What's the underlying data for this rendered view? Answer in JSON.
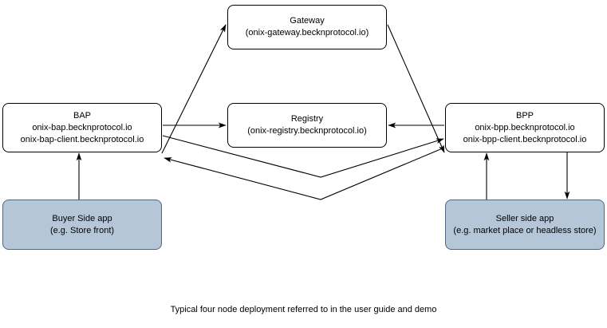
{
  "diagram": {
    "caption": "Typical four node deployment referred to in the user guide and demo",
    "colors": {
      "stroke": "#000000",
      "node_fill": "#ffffff",
      "app_fill": "#b4c6d7",
      "app_stroke": "#4a6883",
      "background": "#ffffff"
    },
    "nodes": {
      "gateway": {
        "title": "Gateway",
        "subtitle": "(onix-gateway.becknprotocol.io)"
      },
      "bap": {
        "title": "BAP",
        "line2": "onix-bap.becknprotocol.io",
        "line3": "onix-bap-client.becknprotocol.io"
      },
      "registry": {
        "title": "Registry",
        "subtitle": "(onix-registry.becknprotocol.io)"
      },
      "bpp": {
        "title": "BPP",
        "line2": "onix-bpp.becknprotocol.io",
        "line3": "onix-bpp-client.becknprotocol.io"
      },
      "buyer_app": {
        "title": "Buyer Side app",
        "subtitle": "(e.g. Store front)"
      },
      "seller_app": {
        "title": "Seller side app",
        "subtitle": "(e.g. market place or headless store)"
      }
    },
    "edges": [
      {
        "id": "bap-to-gateway",
        "from": "bap",
        "to": "gateway",
        "direction": "one-way"
      },
      {
        "id": "gateway-to-bpp",
        "from": "gateway",
        "to": "bpp",
        "direction": "one-way"
      },
      {
        "id": "bap-to-registry",
        "from": "bap",
        "to": "registry",
        "direction": "one-way"
      },
      {
        "id": "bpp-to-registry",
        "from": "bpp",
        "to": "registry",
        "direction": "one-way"
      },
      {
        "id": "bap-to-bpp",
        "from": "bap",
        "to": "bpp",
        "direction": "one-way"
      },
      {
        "id": "bpp-to-bap",
        "from": "bpp",
        "to": "bap",
        "direction": "one-way"
      },
      {
        "id": "buyer-to-bap",
        "from": "buyer_app",
        "to": "bap",
        "direction": "one-way"
      },
      {
        "id": "seller-to-bpp",
        "from": "seller_app",
        "to": "bpp",
        "direction": "one-way"
      },
      {
        "id": "bpp-to-seller",
        "from": "bpp",
        "to": "seller_app",
        "direction": "one-way"
      }
    ]
  }
}
